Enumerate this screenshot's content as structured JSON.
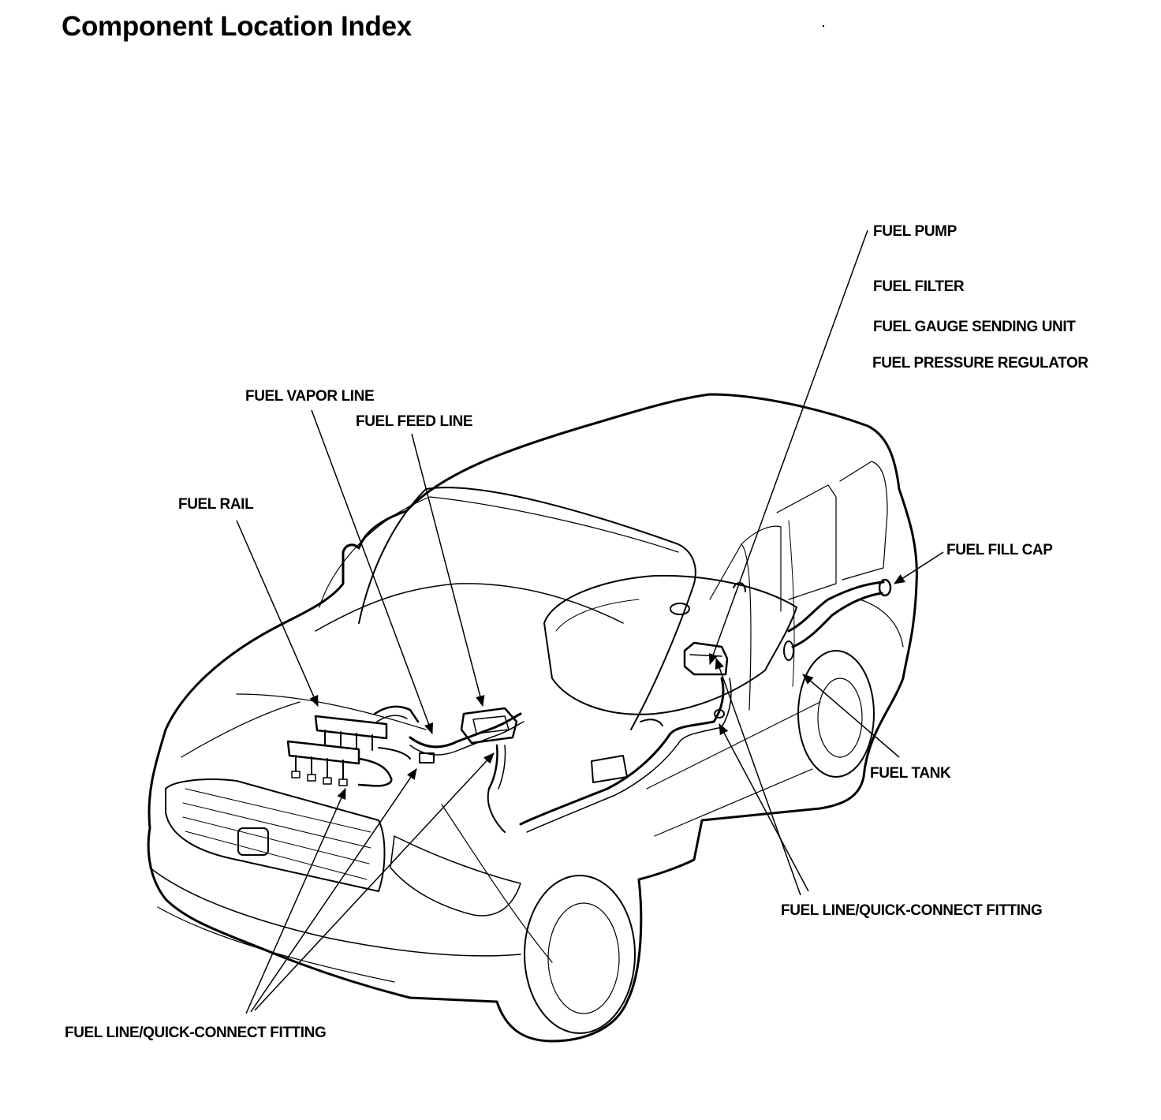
{
  "title": "Component Location Index",
  "labels": {
    "fuel_pump": "FUEL PUMP",
    "fuel_filter": "FUEL FILTER",
    "fuel_gauge_sending_unit": "FUEL GAUGE SENDING UNIT",
    "fuel_pressure_regulator": "FUEL PRESSURE REGULATOR",
    "fuel_vapor_line": "FUEL VAPOR LINE",
    "fuel_feed_line": "FUEL FEED LINE",
    "fuel_rail": "FUEL RAIL",
    "fuel_fill_cap": "FUEL FILL CAP",
    "fuel_tank": "FUEL TANK",
    "fuel_line_fitting_rear": "FUEL LINE/QUICK-CONNECT FITTING",
    "fuel_line_fitting_front": "FUEL LINE/QUICK-CONNECT FITTING"
  }
}
